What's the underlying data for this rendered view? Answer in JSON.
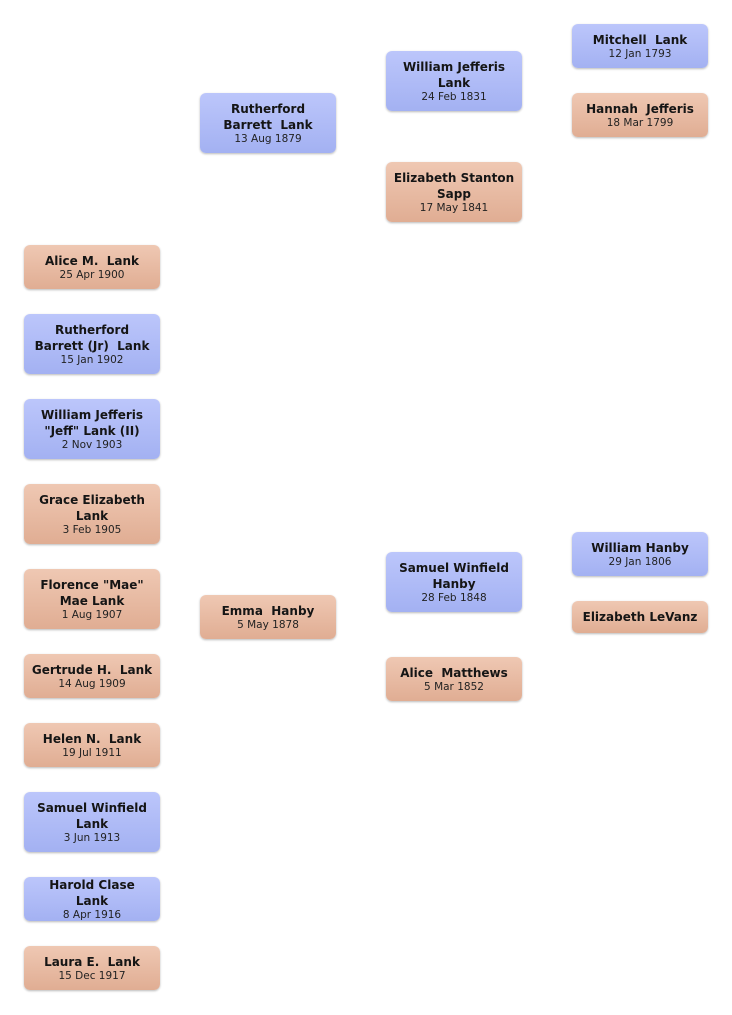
{
  "colors": {
    "male": "#a9b5f5",
    "female": "#e6b69d",
    "background": "#ffffff"
  },
  "children": [
    {
      "name": "Alice M.  Lank",
      "date": "25 Apr 1900",
      "sex": "female"
    },
    {
      "name": "Rutherford Barrett (Jr)  Lank",
      "date": "15 Jan 1902",
      "sex": "male"
    },
    {
      "name": "William Jefferis \"Jeff\" Lank (II)",
      "date": "2 Nov 1903",
      "sex": "male"
    },
    {
      "name": "Grace Elizabeth  Lank",
      "date": "3 Feb 1905",
      "sex": "female"
    },
    {
      "name": "Florence \"Mae\"  Mae Lank",
      "date": "1 Aug 1907",
      "sex": "female"
    },
    {
      "name": "Gertrude H.  Lank",
      "date": "14 Aug 1909",
      "sex": "female"
    },
    {
      "name": "Helen N.  Lank",
      "date": "19 Jul 1911",
      "sex": "female"
    },
    {
      "name": "Samuel Winfield  Lank",
      "date": "3 Jun 1913",
      "sex": "male"
    },
    {
      "name": "Harold Clase  Lank",
      "date": "8 Apr 1916",
      "sex": "male"
    },
    {
      "name": "Laura E.  Lank",
      "date": "15 Dec 1917",
      "sex": "female"
    }
  ],
  "parents": {
    "father": {
      "name": "Rutherford  Barrett  Lank",
      "date": "13 Aug 1879",
      "sex": "male"
    },
    "mother": {
      "name": "Emma  Hanby",
      "date": "5 May 1878",
      "sex": "female"
    }
  },
  "grandparents": {
    "paternal_grandfather": {
      "name": "William Jefferis  Lank",
      "date": "24 Feb 1831",
      "sex": "male"
    },
    "paternal_grandmother": {
      "name": "Elizabeth Stanton  Sapp",
      "date": "17 May 1841",
      "sex": "female"
    },
    "maternal_grandfather": {
      "name": "Samuel Winfield  Hanby",
      "date": "28 Feb 1848",
      "sex": "male"
    },
    "maternal_grandmother": {
      "name": "Alice  Matthews",
      "date": "5 Mar 1852",
      "sex": "female"
    }
  },
  "great_grandparents": {
    "pp_grandfather": {
      "name": "Mitchell  Lank",
      "date": "12 Jan 1793",
      "sex": "male"
    },
    "pp_grandmother": {
      "name": "Hannah  Jefferis",
      "date": "18 Mar 1799",
      "sex": "female"
    },
    "mp_grandfather": {
      "name": "William Hanby",
      "date": "29 Jan 1806",
      "sex": "male"
    },
    "mp_grandmother": {
      "name": "Elizabeth LeVanz",
      "date": "",
      "sex": "female"
    }
  }
}
